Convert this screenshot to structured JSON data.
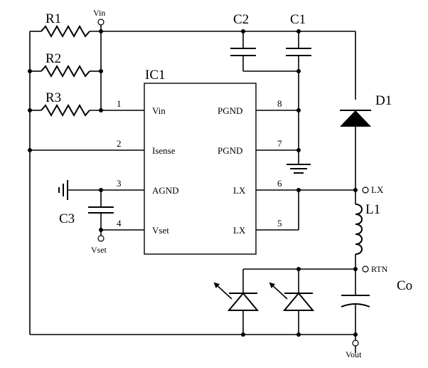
{
  "components": {
    "r1": "R1",
    "r2": "R2",
    "r3": "R3",
    "c1": "C1",
    "c2": "C2",
    "c3": "C3",
    "ic": "IC1",
    "d1": "D1",
    "l1": "L1",
    "co": "Co"
  },
  "ic_pins": {
    "numbers": [
      "1",
      "2",
      "3",
      "4",
      "8",
      "7",
      "6",
      "5"
    ],
    "vin": "Vin",
    "isense": "Isense",
    "agnd": "AGND",
    "vset": "Vset",
    "pgnd8": "PGND",
    "pgnd7": "PGND",
    "lx6": "LX",
    "lx5": "LX"
  },
  "nets": {
    "vin": "Vin",
    "vset": "Vset",
    "lx": "LX",
    "rtn": "RTN",
    "vout": "Vout"
  }
}
